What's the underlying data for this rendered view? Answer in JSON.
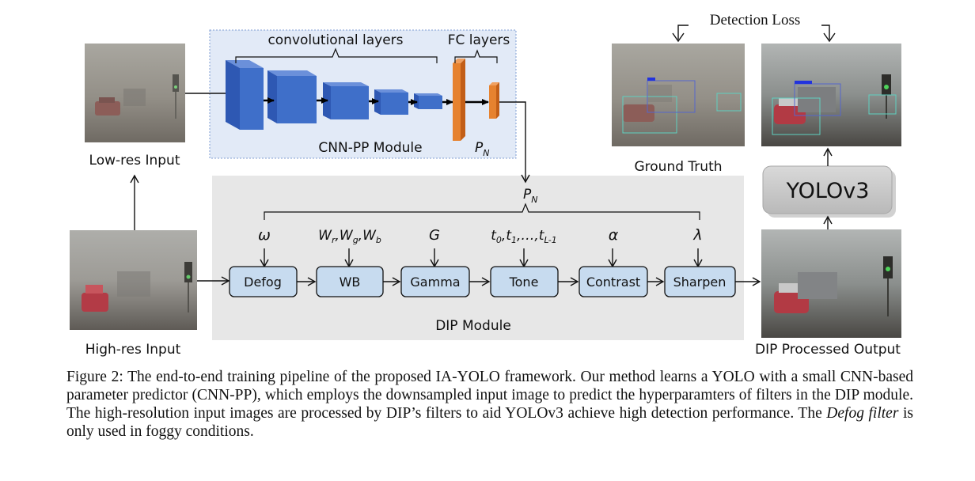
{
  "title": "Figure 2",
  "cnn_pp": {
    "conv_label": "convolutional layers",
    "fc_label": "FC layers",
    "module_label": "CNN-PP Module",
    "pn_symbol": "P",
    "pn_sub": "N"
  },
  "images": {
    "low_res_label": "Low-res Input",
    "high_res_label": "High-res Input",
    "ground_truth_label": "Ground Truth",
    "output_label": "DIP Processed Output"
  },
  "detection_loss": "Detection Loss",
  "yolo_label": "YOLOv3",
  "dip": {
    "module_label": "DIP Module",
    "pn_symbol": "P",
    "pn_sub": "N",
    "filters": [
      "Defog",
      "WB",
      "Gamma",
      "Tone",
      "Contrast",
      "Sharpen"
    ],
    "params": [
      "ω",
      "Wr,Wg,Wb",
      "G",
      "t0,t1,…,tL-1",
      "α",
      "λ"
    ]
  },
  "colors": {
    "cnn_bg": "#e2eaf7",
    "dip_bg": "#e7e7e7",
    "conv_blue": "#3f6fc9",
    "fc_orange": "#e6822f",
    "filter_fill": "#c7dbef"
  },
  "caption": {
    "label": "Figure 2:",
    "text_part1": "The end-to-end training pipeline of the proposed IA-YOLO framework. Our method learns a YOLO with a small CNN-based parameter predictor (CNN-PP), which employs the downsampled input image to predict the hyperparamters of filters in the DIP module. The high-resolution input images are processed by DIP’s filters to aid YOLOv3 achieve high detection performance. The",
    "emphasis": "Defog filter",
    "text_part2": "is only used in foggy conditions."
  }
}
